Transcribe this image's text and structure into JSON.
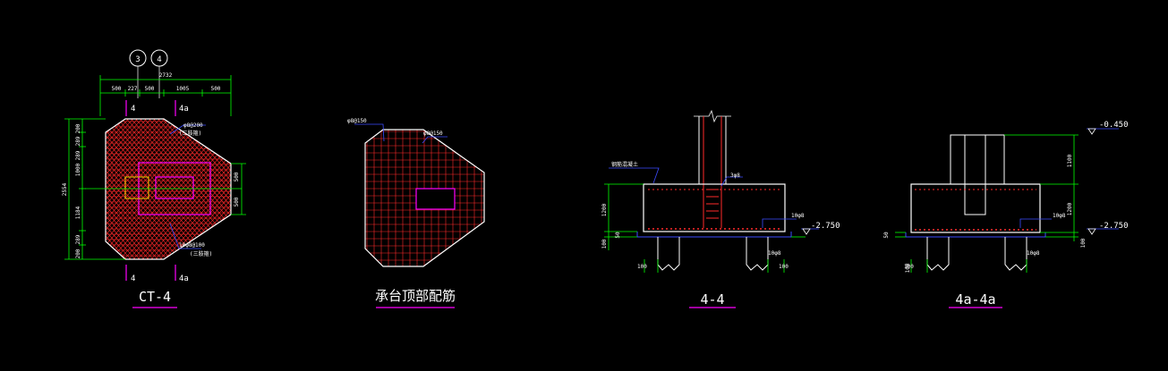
{
  "colors": {
    "background": "#000000",
    "dim": "#00ff00",
    "rebar": "#ff2a2a",
    "outline": "#ffffff",
    "leader": "#3b4bff",
    "highlight": "#ff00ff"
  },
  "plan_ct4": {
    "axis_labels": [
      "3",
      "4"
    ],
    "total_width": "2732",
    "top_dims": [
      "500",
      "227",
      "500",
      "1005",
      "500"
    ],
    "section_marks": [
      "4",
      "4a",
      "4",
      "4a"
    ],
    "left_dims": [
      "200",
      "289",
      "289",
      "1000",
      "1184",
      "289",
      "200",
      "2554"
    ],
    "right_dims": [
      "500",
      "500"
    ],
    "note_top": "φ8@200",
    "note_top_sub": "(三肢箍)",
    "note_bottom": "10φ8@100",
    "note_bottom_sub": "(三肢箍)",
    "title": "CT-4"
  },
  "plan_top_rebar": {
    "note_left": "φ8@150",
    "note_mid": "φ8@150",
    "title": "承台顶部配筋"
  },
  "section_44": {
    "note_left": "钢筋混凝土",
    "note_col": "3φ8",
    "note_right": "10φ8",
    "elevation": "-2.750",
    "left_dims": [
      "1200",
      "50",
      "100"
    ],
    "bottom_dims": [
      "100",
      "10φ8",
      "100"
    ],
    "title": "4-4"
  },
  "section_4a": {
    "elevation_top": "-0.450",
    "elevation_bottom": "-2.750",
    "note_right": "10φ8",
    "right_dims": [
      "1100",
      "1200",
      "100"
    ],
    "left_dims": [
      "50",
      "100"
    ],
    "bottom_dims": [
      "100",
      "10φ8"
    ],
    "title": "4a-4a"
  }
}
